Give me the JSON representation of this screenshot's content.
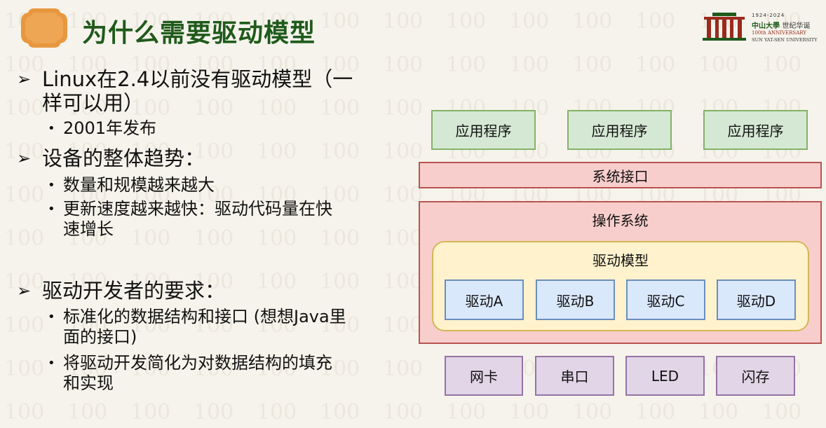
{
  "title": "为什么需要驱动模型",
  "logo": {
    "years": "1924-2024",
    "cn_name": "中山大學",
    "cn_tagline": "世纪华诞",
    "anniversary": "100th ANNIVERSARY",
    "en_name": "SUN YAT-SEN UNIVERSITY"
  },
  "bullets": [
    {
      "text_lines": [
        "Linux在2.4以前没有驱动模型（一",
        "样可以用）"
      ],
      "sub": [
        {
          "text_lines": [
            "2001年发布"
          ]
        }
      ]
    },
    {
      "text_lines": [
        "设备的整体趋势："
      ],
      "sub": [
        {
          "text_lines": [
            "数量和规模越来越大"
          ]
        },
        {
          "text_lines": [
            "更新速度越来越快：驱动代码量在快",
            "速增长"
          ]
        }
      ]
    },
    {
      "text_lines": [
        "驱动开发者的要求："
      ],
      "sub": [
        {
          "text_lines": [
            "标准化的数据结构和接口 (想想Java里",
            "面的接口)"
          ]
        },
        {
          "text_lines": [
            "将驱动开发简化为对数据结构的填充",
            "和实现"
          ]
        }
      ]
    }
  ],
  "diagram": {
    "apps": [
      "应用程序",
      "应用程序",
      "应用程序"
    ],
    "syscall": "系统接口",
    "os": "操作系统",
    "driver_model": "驱动模型",
    "drivers": [
      "驱动A",
      "驱动B",
      "驱动C",
      "驱动D"
    ],
    "hardware": [
      "网卡",
      "串口",
      "LED",
      "闪存"
    ]
  },
  "colors": {
    "title": "#1f5a1b",
    "app_fill": "#d5e8d4",
    "app_border": "#82b366",
    "os_fill": "#f8cecc",
    "os_border": "#b85450",
    "model_fill": "#fff2cc",
    "model_border": "#d6b656",
    "driver_fill": "#dae8fc",
    "driver_border": "#6c8ebf",
    "hw_fill": "#e1d5e7",
    "hw_border": "#9673a6"
  }
}
